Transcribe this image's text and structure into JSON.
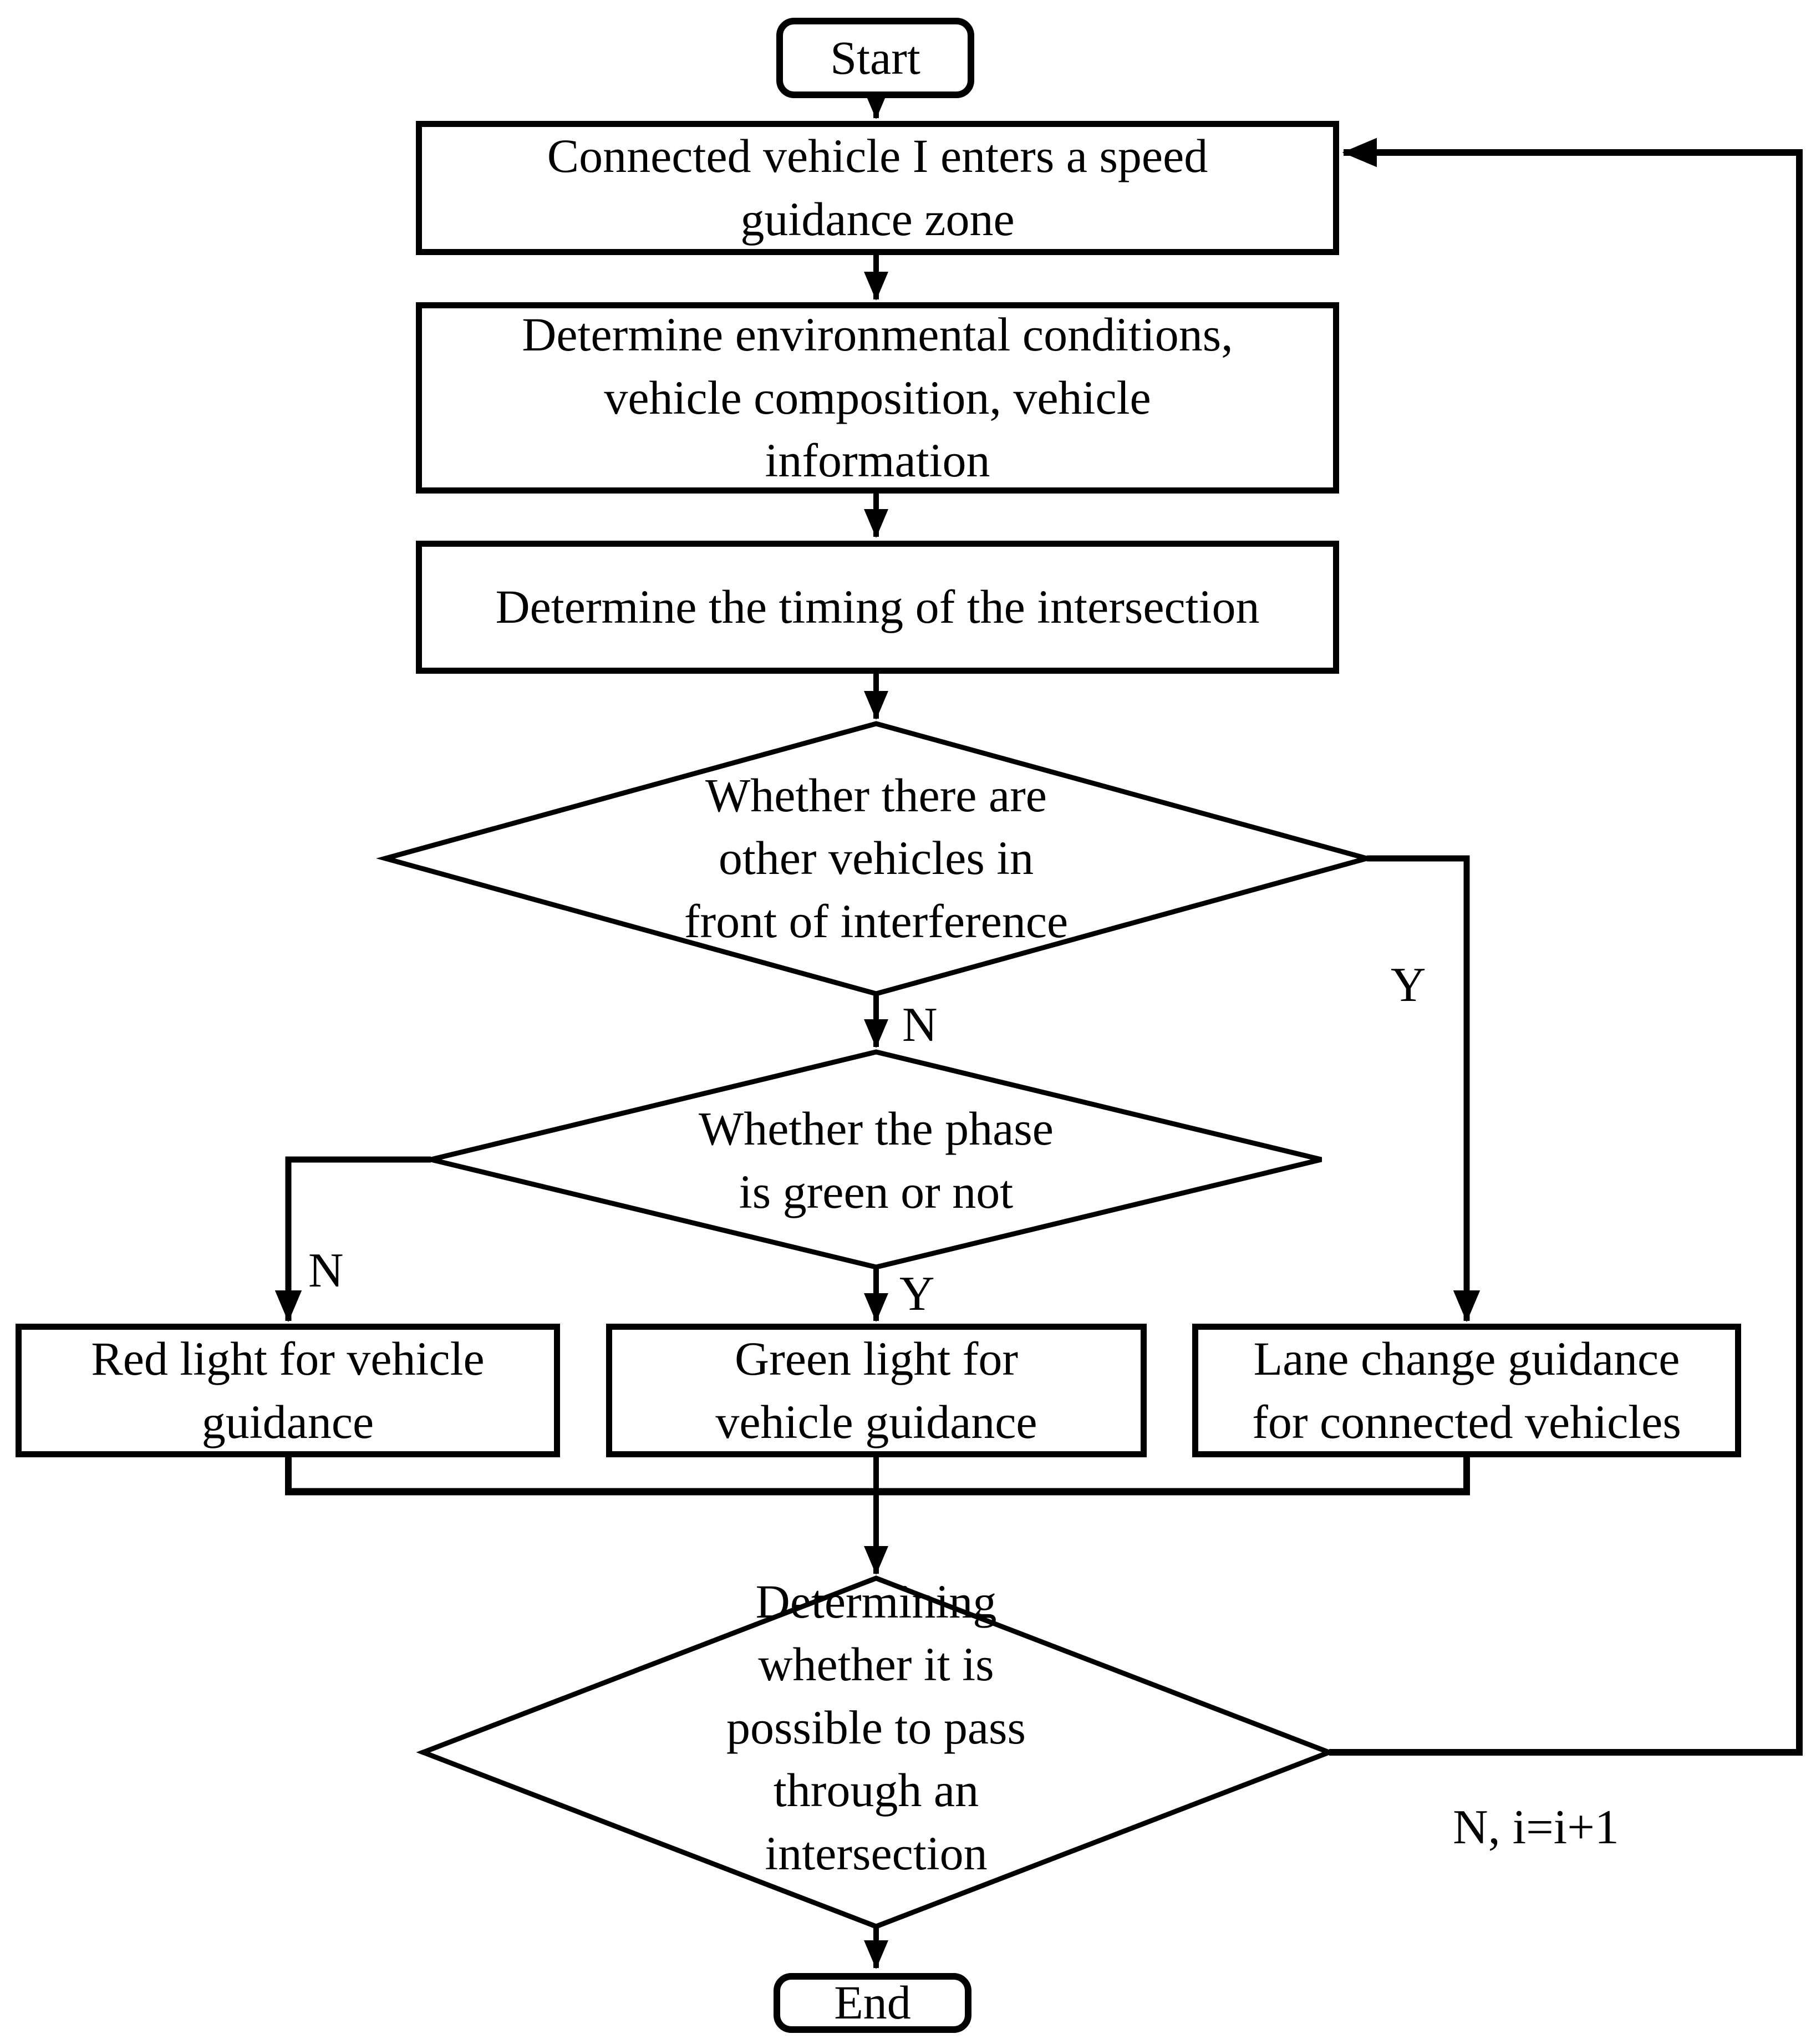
{
  "diagram": {
    "type": "flowchart",
    "colors": {
      "stroke": "#000000",
      "fill": "#ffffff",
      "text": "#000000"
    },
    "nodes": {
      "start": {
        "type": "terminator",
        "label": "Start"
      },
      "enter_zone": {
        "type": "process",
        "label": "Connected vehicle I enters a speed\nguidance zone"
      },
      "determine_env": {
        "type": "process",
        "label": "Determine environmental conditions,\nvehicle composition, vehicle\ninformation"
      },
      "determine_timing": {
        "type": "process",
        "label": "Determine the timing of the intersection"
      },
      "interference_q": {
        "type": "decision",
        "label": "Whether there are\nother vehicles in\nfront of interference"
      },
      "phase_q": {
        "type": "decision",
        "label": "Whether the phase\nis green or not"
      },
      "red_light": {
        "type": "process",
        "label": "Red light for vehicle\nguidance"
      },
      "green_light": {
        "type": "process",
        "label": "Green light for\nvehicle guidance"
      },
      "lane_change": {
        "type": "process",
        "label": "Lane change guidance\nfor connected vehicles"
      },
      "pass_q": {
        "type": "decision",
        "label": "Determining\nwhether it is\npossible to pass\nthrough an\nintersection"
      },
      "end": {
        "type": "terminator",
        "label": "End"
      }
    },
    "edge_labels": {
      "interference_no": "N",
      "interference_yes": "Y",
      "phase_no": "N",
      "phase_yes": "Y",
      "pass_no_loop": "N, i=i+1"
    }
  }
}
